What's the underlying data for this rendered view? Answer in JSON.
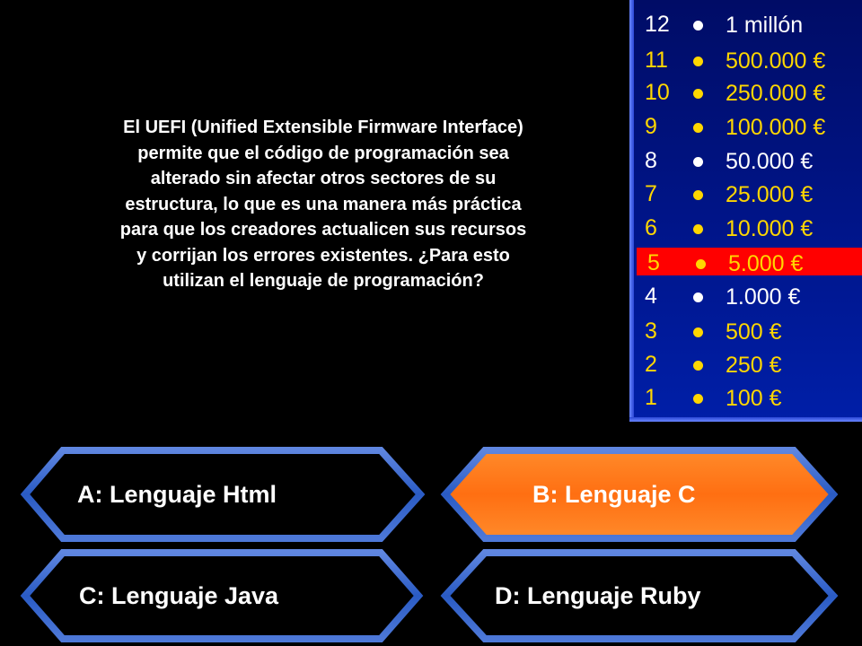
{
  "question": {
    "lines": [
      "El UEFI (Unified Extensible Firmware Interface)",
      "permite que el código de programación sea",
      "alterado sin afectar otros sectores de su",
      "estructura, lo que es una manera más práctica",
      "para que los creadores actualicen sus recursos",
      "y corrijan los errores existentes. ¿Para esto",
      "utilizan el lenguaje de programación?"
    ]
  },
  "ladder": [
    {
      "level": "12",
      "amount": "1 millón",
      "style": "white"
    },
    {
      "level": "11",
      "amount": "500.000 €",
      "style": "gold"
    },
    {
      "level": "10",
      "amount": "250.000 €",
      "style": "gold"
    },
    {
      "level": "9",
      "amount": "100.000 €",
      "style": "gold"
    },
    {
      "level": "8",
      "amount": "50.000 €",
      "style": "white"
    },
    {
      "level": "7",
      "amount": "25.000 €",
      "style": "gold"
    },
    {
      "level": "6",
      "amount": "10.000 €",
      "style": "gold"
    },
    {
      "level": "5",
      "amount": "5.000 €",
      "style": "current"
    },
    {
      "level": "4",
      "amount": "1.000 €",
      "style": "white"
    },
    {
      "level": "3",
      "amount": "500 €",
      "style": "gold"
    },
    {
      "level": "2",
      "amount": "250 €",
      "style": "gold"
    },
    {
      "level": "1",
      "amount": "100 €",
      "style": "gold"
    }
  ],
  "answers": {
    "a": {
      "label": "A:  Lenguaje Html",
      "selected": false
    },
    "b": {
      "label": "B:  Lenguaje C",
      "selected": true
    },
    "c": {
      "label": "C:  Lenguaje Java",
      "selected": false
    },
    "d": {
      "label": "D:  Lenguaje Ruby",
      "selected": false
    }
  },
  "colors": {
    "selected_fill": "#ff7a1a",
    "border": "#3a6fd0",
    "current_row": "#ff0000",
    "gold_text": "#ffd700"
  }
}
